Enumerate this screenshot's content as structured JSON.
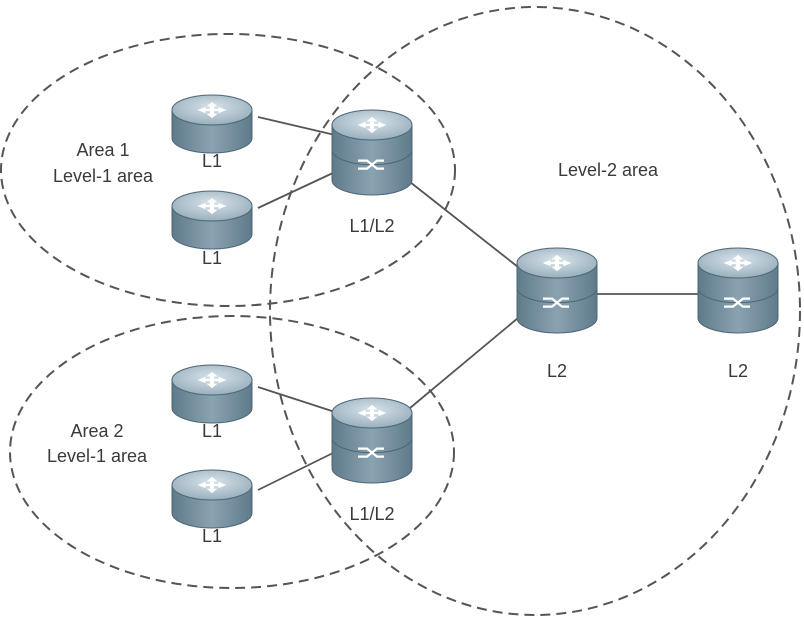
{
  "areas": {
    "area1": {
      "title": "Area 1",
      "subtitle": "Level-1 area"
    },
    "area2": {
      "title": "Area 2",
      "subtitle": "Level-1 area"
    },
    "level2": {
      "title": "Level-2 area"
    }
  },
  "routers": {
    "r_a1_top": {
      "label": "L1",
      "kind": "l1-router"
    },
    "r_a1_bottom": {
      "label": "L1",
      "kind": "l1-router"
    },
    "r_a1_border": {
      "label": "L1/L2",
      "kind": "l1l2-router"
    },
    "r_a2_top": {
      "label": "L1",
      "kind": "l1-router"
    },
    "r_a2_bottom": {
      "label": "L1",
      "kind": "l1-router"
    },
    "r_a2_border": {
      "label": "L1/L2",
      "kind": "l1l2-router"
    },
    "r_l2_center": {
      "label": "L2",
      "kind": "l2-router"
    },
    "r_l2_right": {
      "label": "L2",
      "kind": "l2-router"
    }
  },
  "colors": {
    "router_body": "#7d97a6",
    "router_top": "#b4c6d0",
    "link": "#555555",
    "dash": "#555555"
  }
}
